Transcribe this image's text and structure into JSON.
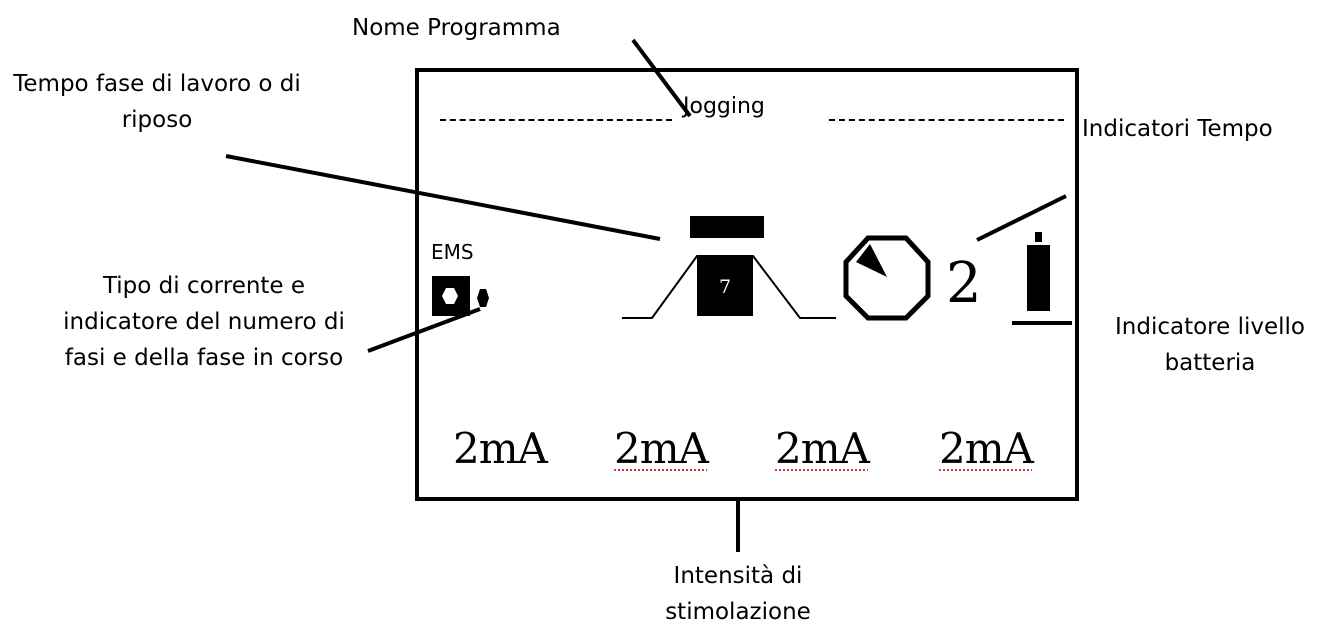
{
  "screen": {
    "program_name": "Jogging",
    "current_type": "EMS",
    "phase_step": "7",
    "time_value": "2",
    "intensities": [
      "2mA",
      "2mA",
      "2mA",
      "2mA"
    ]
  },
  "callouts": {
    "nome_programma": "Nome Programma",
    "tempo_fase": "Tempo fase di lavoro o di riposo",
    "tipo_corrente": "Tipo di corrente e indicatore del numero di fasi e della fase in corso",
    "indicatori_tempo": "Indicatori  Tempo",
    "indicatore_batteria": "Indicatore livello batteria",
    "intensita": "Intensità di stimolazione"
  },
  "icons": {
    "phase_indicator": "phase-hexagon-icon",
    "phase_profile": "trapezoid-phase-profile-icon",
    "timer": "octagon-clock-icon",
    "battery": "battery-level-icon"
  },
  "colors": {
    "foreground": "#000000",
    "background": "#ffffff",
    "spell_underline": "#d23b3b"
  }
}
